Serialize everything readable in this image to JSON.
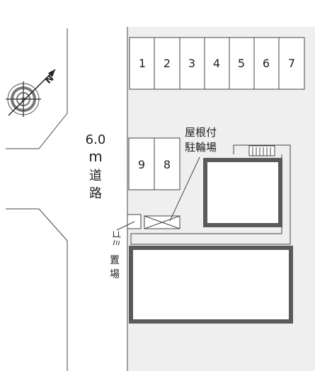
{
  "road": {
    "width_label": "6.0",
    "unit_label": "m",
    "name_line1": "道",
    "name_line2": "路"
  },
  "parking": {
    "row_top": [
      "1",
      "2",
      "3",
      "4",
      "5",
      "6",
      "7"
    ],
    "row_small": [
      "9",
      "8"
    ]
  },
  "bike_parking": {
    "label_line1": "屋根付",
    "label_line2": "駐輪場"
  },
  "garbage": {
    "label_katakana": "ゴミ",
    "label_line1": "置",
    "label_line2": "場"
  },
  "compass": {
    "north_label": "N"
  },
  "colors": {
    "building_wall": "#5a5a5a",
    "lot_fill": "#efefef",
    "line": "#444444"
  }
}
